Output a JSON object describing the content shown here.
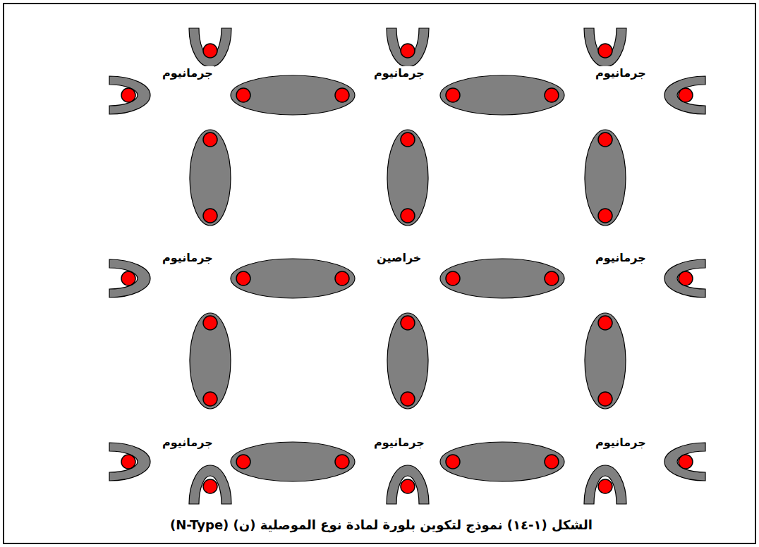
{
  "diagram": {
    "caption": "الشكل (١-١٤) نموذج لتكوين بلورة لمادة نوع الموصلية (ن) (N-Type)",
    "labels": [
      "جرمانيوم",
      "جرمانيوم",
      "جرمانيوم",
      "جرمانيوم",
      "خراصين",
      "جرمانيوم",
      "جرمانيوم",
      "جرمانيوم",
      "جرمانيوم"
    ]
  }
}
